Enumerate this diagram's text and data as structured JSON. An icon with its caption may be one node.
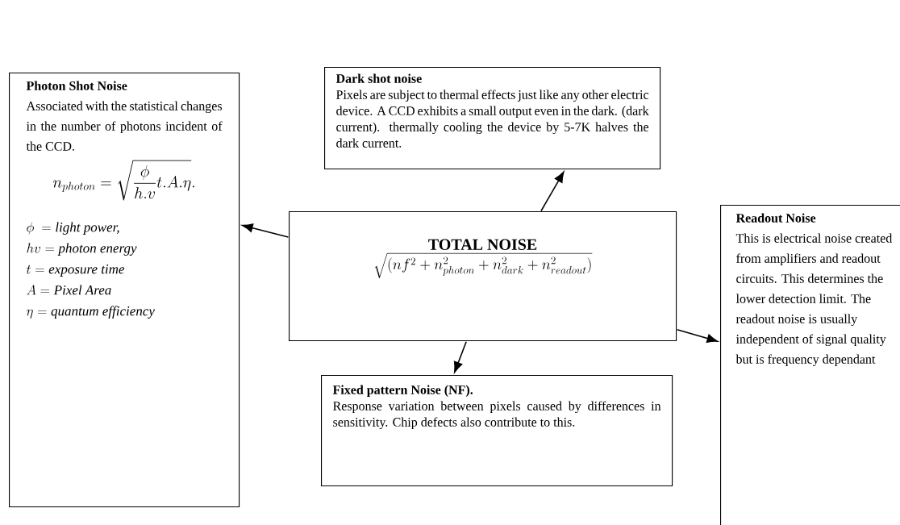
{
  "diagram": {
    "nodes": [
      {
        "text": [
          "TOTAL NOISE",
          "\\sqrt{(nf^{2} + n_{photon}^{2} + n_{dark}^{2} + n_{readout}^{2})}"
        ]
      },
      {
        "text": [
          "Dark shot noise",
          "Pixels are subject to thermal effects just like any other electric device. A CCD exhibits a small output even in the dark. (dark current). thermally cooling the device by 5-7K halves the dark current."
        ]
      },
      {
        "text": [
          "Photon Shot Noise",
          "Associated with the statistical changes in the number of photons incident of the CCD.",
          "n_{photon} = \\sqrt{\\frac{\\phi}{h.v} t.A.\\eta}.",
          "\\phi\\ = \\textit{light power,}",
          "hv = \\textit{photon energy}",
          "t = \\textit{exposure time}",
          "A = \\textit{Pixel Area}",
          "\\eta = \\textit{quantum efficiency}"
        ]
      },
      {
        "text": [
          "Fixed pattern Noise (NF).",
          "Response variation between pixels caused by differences in sensitivity. Chip defects also contribute to this."
        ]
      },
      {
        "text": [
          "Readout Noise",
          "This is electrical noise created from amplifiers and readout circuits. This determines the lower detection limit. The readout noise is usually independent of signal quality but is frequency dependant"
        ]
      }
    ],
    "edges": [
      {
        "from": 0,
        "to": 2,
        "arrow": "to"
      },
      {
        "from": 0,
        "to": 1,
        "arrow": "to"
      },
      {
        "from": 0,
        "to": 3,
        "arrow": "to"
      },
      {
        "from": 0,
        "to": 4,
        "arrow": "to"
      }
    ]
  }
}
